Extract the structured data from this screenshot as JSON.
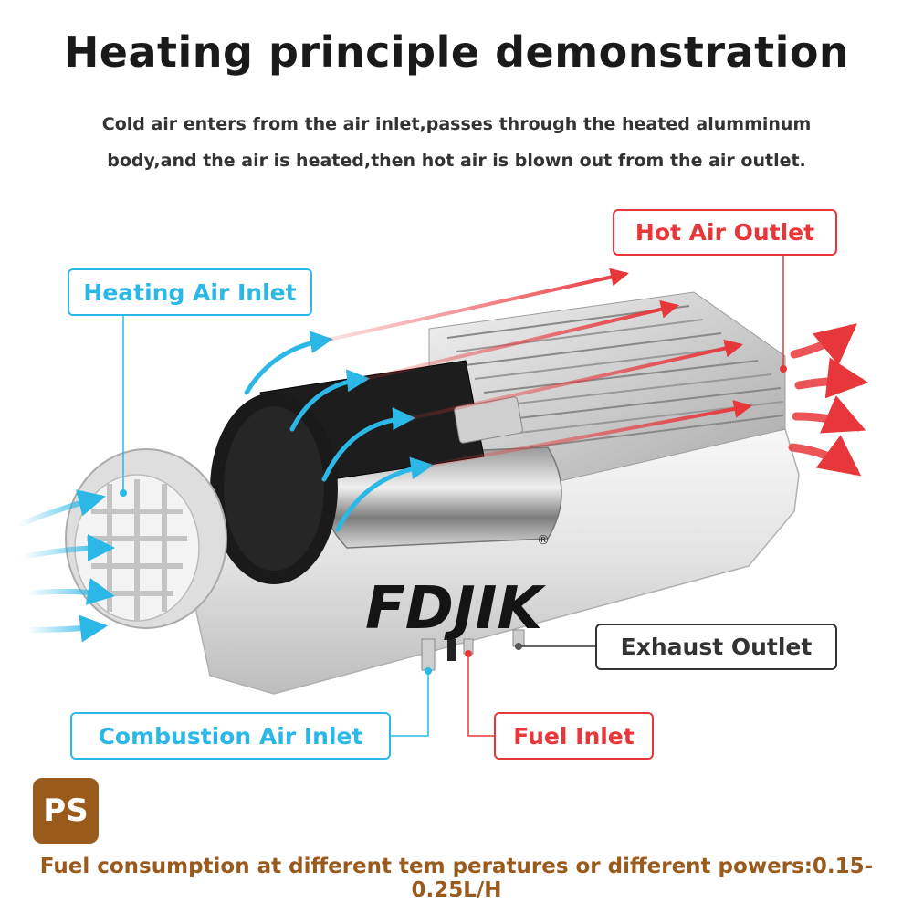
{
  "header": {
    "title": "Heating principle demonstration",
    "subtitle_line1": "Cold air enters from the air inlet,passes through the heated alumminum",
    "subtitle_line2": "body,and the air is heated,then hot air is blown out from the air outlet."
  },
  "labels": {
    "hot_air_outlet": "Hot Air Outlet",
    "heating_air_inlet": "Heating Air Inlet",
    "exhaust_outlet": "Exhaust Outlet",
    "combustion_air_inlet": "Combustion Air Inlet",
    "fuel_inlet": "Fuel Inlet"
  },
  "brand": {
    "logo_text": "FDJIK",
    "registered_mark": "®"
  },
  "note": {
    "badge": "PS",
    "text": "Fuel consumption at different tem peratures or different powers:0.15-0.25L/H"
  },
  "colors": {
    "hot": "#e8373b",
    "cold": "#2bb8e6",
    "dark": "#333333",
    "note": "#9a5a1c"
  }
}
